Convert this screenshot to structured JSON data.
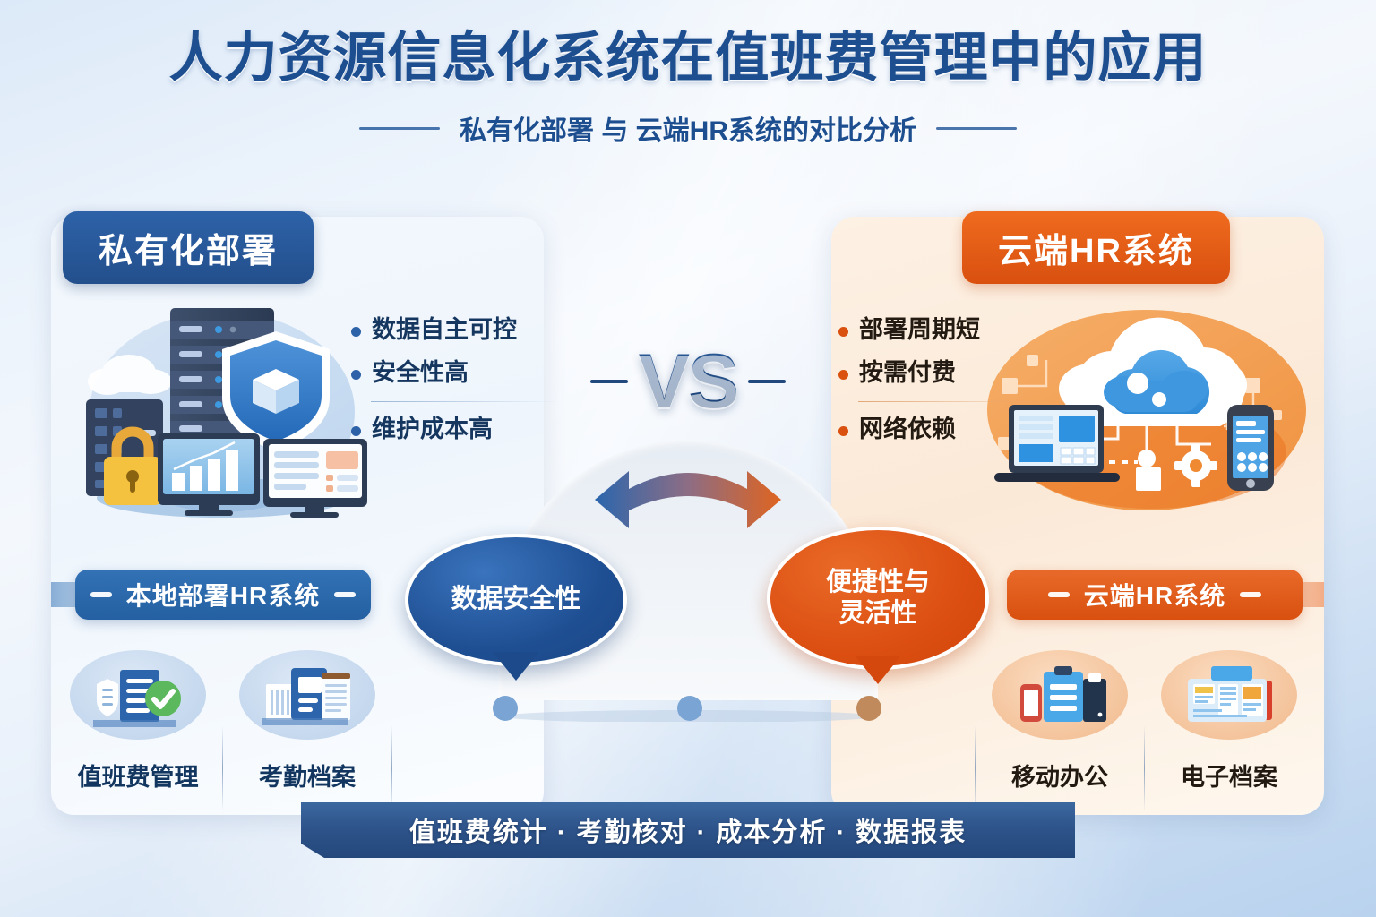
{
  "header": {
    "title": "人力资源信息化系统在值班费管理中的应用",
    "subtitle": "私有化部署 与 云端HR系统的对比分析"
  },
  "left_panel": {
    "chip_label": "私有化部署",
    "bullets": [
      "数据自主可控",
      "安全性高",
      "维护成本高"
    ],
    "bar_label": "本地部署HR系统",
    "icons": [
      {
        "label": "值班费管理",
        "icon": "document-shield-check-icon"
      },
      {
        "label": "考勤档案",
        "icon": "server-document-icon"
      }
    ],
    "badge": "数据安全性"
  },
  "right_panel": {
    "chip_label": "云端HR系统",
    "bullets": [
      "部署周期短",
      "按需付费",
      "网络依赖"
    ],
    "bar_label": "云端HR系统",
    "icons": [
      {
        "label": "移动办公",
        "icon": "mobile-clipboard-icon"
      },
      {
        "label": "电子档案",
        "icon": "news-document-icon"
      }
    ],
    "badge_line1": "便捷性与",
    "badge_line2": "灵活性"
  },
  "center": {
    "vs": "VS",
    "arrow_icon": "bidirectional-arrow-icon",
    "node_count": 3
  },
  "footer": {
    "banner": "值班费统计 · 考勤核对 · 成本分析 · 数据报表"
  },
  "colors": {
    "blue": "#2460a2",
    "blue_dark": "#1d4e8f",
    "orange": "#d9500f",
    "orange_light": "#ef6b1f",
    "bg_top": "#dce9f8",
    "bg_bottom": "#b9d2ee"
  }
}
